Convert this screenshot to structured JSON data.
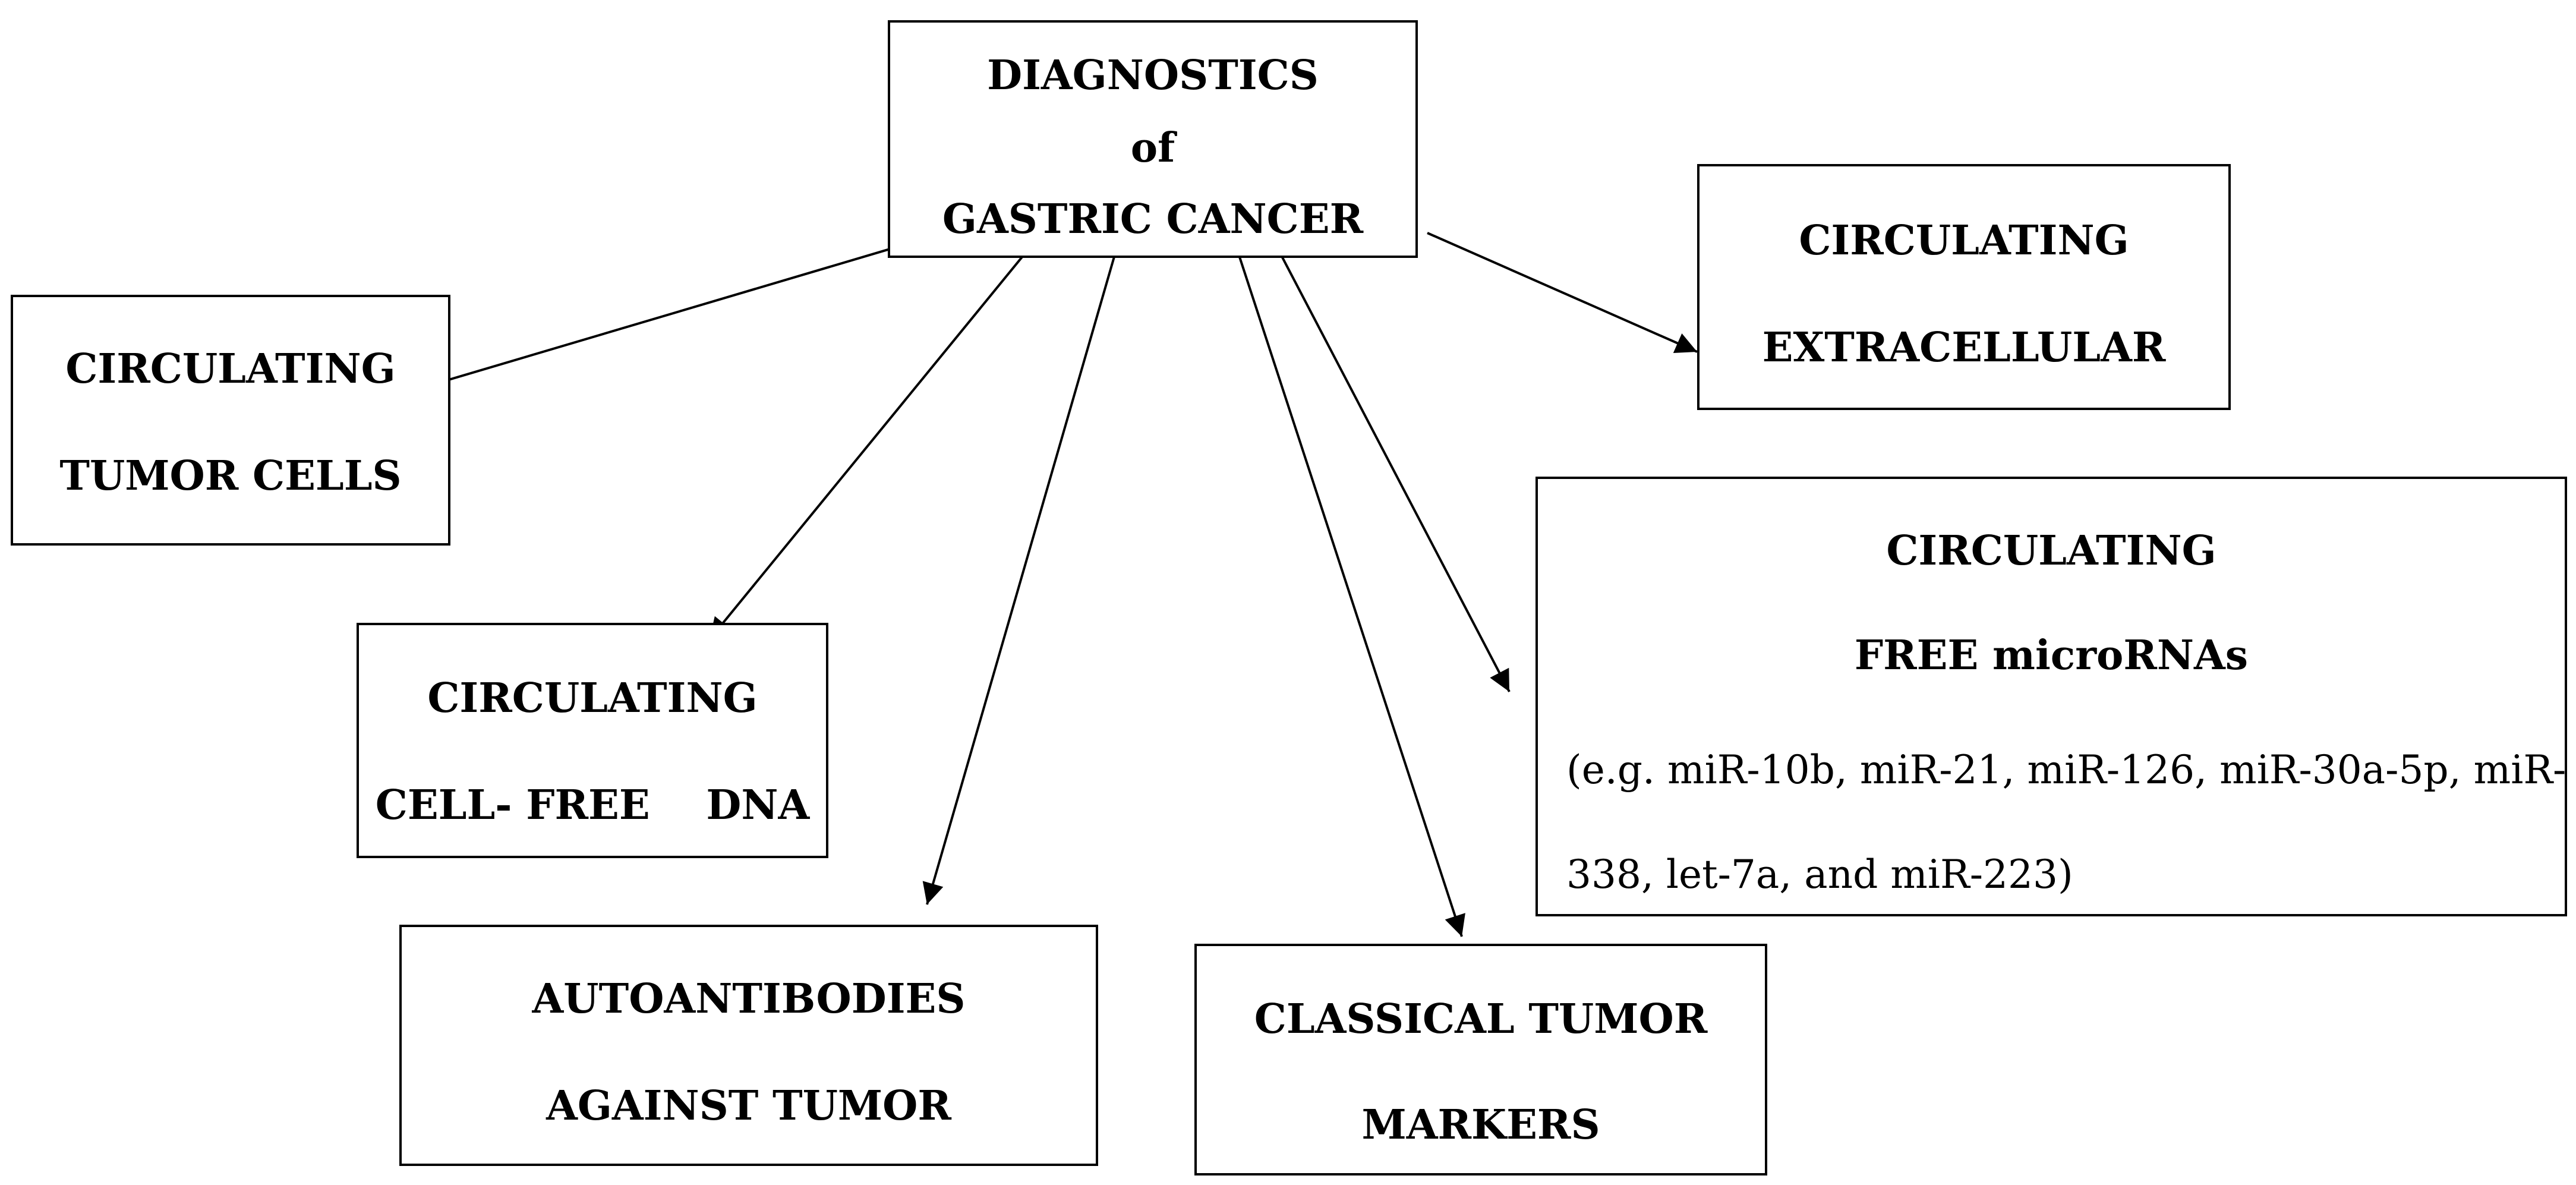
{
  "diagram": {
    "root": {
      "line1": "DIAGNOSTICS",
      "line2": "of",
      "line3": "GASTRIC CANCER"
    },
    "ctc": {
      "line1": "CIRCULATING",
      "line2": "TUMOR CELLS"
    },
    "cfdna": {
      "line1": "CIRCULATING",
      "line2": "CELL- FREE    DNA"
    },
    "autoantibodies": {
      "line1": "AUTOANTIBODIES",
      "line2": "AGAINST TUMOR"
    },
    "classical": {
      "line1": "CLASSICAL TUMOR",
      "line2": "MARKERS"
    },
    "extracellular": {
      "line1": "CIRCULATING",
      "line2": "EXTRACELLULAR"
    },
    "mirna": {
      "line1": "CIRCULATING",
      "line2": "FREE microRNAs",
      "line3": "(e.g. miR-10b, miR-21, miR-126, miR-30a-5p, miR-",
      "line4": "338, let-7a, and miR-223)"
    }
  }
}
